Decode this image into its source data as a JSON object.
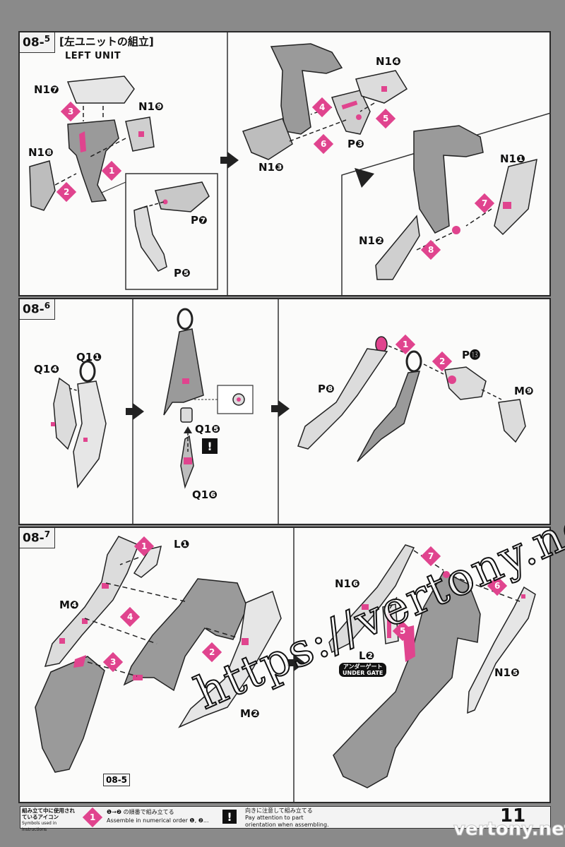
{
  "steps": [
    {
      "code": "08",
      "sub": "5",
      "title_jp": "[左ユニットの組立]",
      "title_en": "LEFT UNIT"
    },
    {
      "code": "08",
      "sub": "6"
    },
    {
      "code": "08",
      "sub": "7"
    }
  ],
  "parts": {
    "n1_7": "N1❼",
    "n1_9": "N1❾",
    "n1_8": "N1❽",
    "p_7": "P❼",
    "p_5": "P❺",
    "n1_4": "N1❹",
    "p_3": "P❸",
    "n1_3": "N1❸",
    "n1_1": "N1❶",
    "n1_2": "N1❷",
    "q1_4": "Q1❹",
    "q1_1": "Q1❶",
    "q1_5": "Q1❺",
    "q1_6": "Q1❻",
    "p_8": "P❽",
    "p_13": "P⓭",
    "m_9": "M❾",
    "l_1": "L❶",
    "m_4": "M❹",
    "m_2": "M❷",
    "n1_6": "N1❻",
    "l_2": "L❷",
    "n1_5": "N1❺"
  },
  "badges": {
    "s5": [
      "3",
      "1",
      "2",
      "4",
      "5",
      "6",
      "7",
      "8"
    ],
    "s6": [
      "1",
      "2"
    ],
    "s7": [
      "1",
      "4",
      "2",
      "3",
      "7",
      "6",
      "5"
    ]
  },
  "ref_tag": "08-5",
  "under_gate": {
    "jp": "アンダーゲート",
    "en": "UNDER GATE"
  },
  "attention_mark": "!",
  "legend": {
    "label_jp": "組み立て中に使用されているアイコン",
    "label_en": "Symbols used in instructions",
    "seq_icon": "1",
    "seq_jp": "❶→❷ の順番で組み立てる",
    "seq_en": "Assemble in numerical order ❶, ❷...",
    "att_jp": "向きに注意して組み立てる",
    "att_en": "Pay attention to part orientation when assembling."
  },
  "page_number": "11",
  "watermark_url": "https://vertony.net/",
  "watermark_brand": "vertony.net",
  "colors": {
    "accent": "#e0448e",
    "part_fill": "#9a9a9a",
    "part_light": "#dcdcdc",
    "ink": "#111111",
    "panel_bg": "#fbfbfa"
  }
}
